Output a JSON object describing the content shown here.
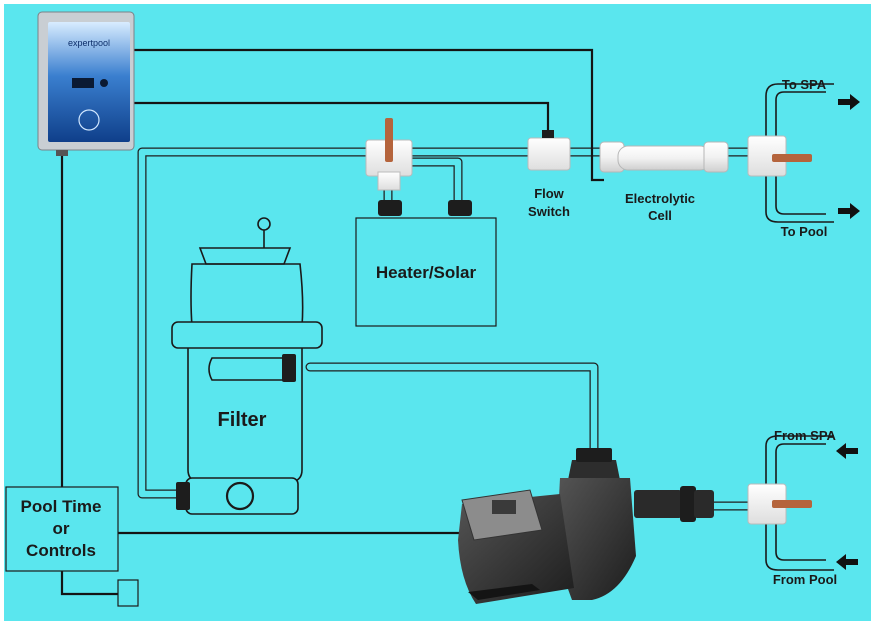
{
  "labels": {
    "to_spa": "To SPA",
    "to_pool": "To Pool",
    "from_spa": "From SPA",
    "from_pool": "From Pool",
    "flow_switch": [
      "Flow",
      "Switch"
    ],
    "electrolytic_cell": [
      "Electrolytic",
      "Cell"
    ],
    "heater_solar": "Heater/Solar",
    "filter": "Filter",
    "pool_time": [
      "Pool Time",
      "or",
      "Controls"
    ]
  },
  "controller_brand": "expertpool",
  "colors": {
    "background": "#5ae6ee",
    "frame": "#1a1a1a",
    "pipe": "#1e1e1e",
    "valve_handle": "#b5643c",
    "pump_body": "#2d2d2d"
  },
  "icons": {
    "arrow": "arrow-right-icon",
    "arrow_in": "arrow-left-icon"
  }
}
